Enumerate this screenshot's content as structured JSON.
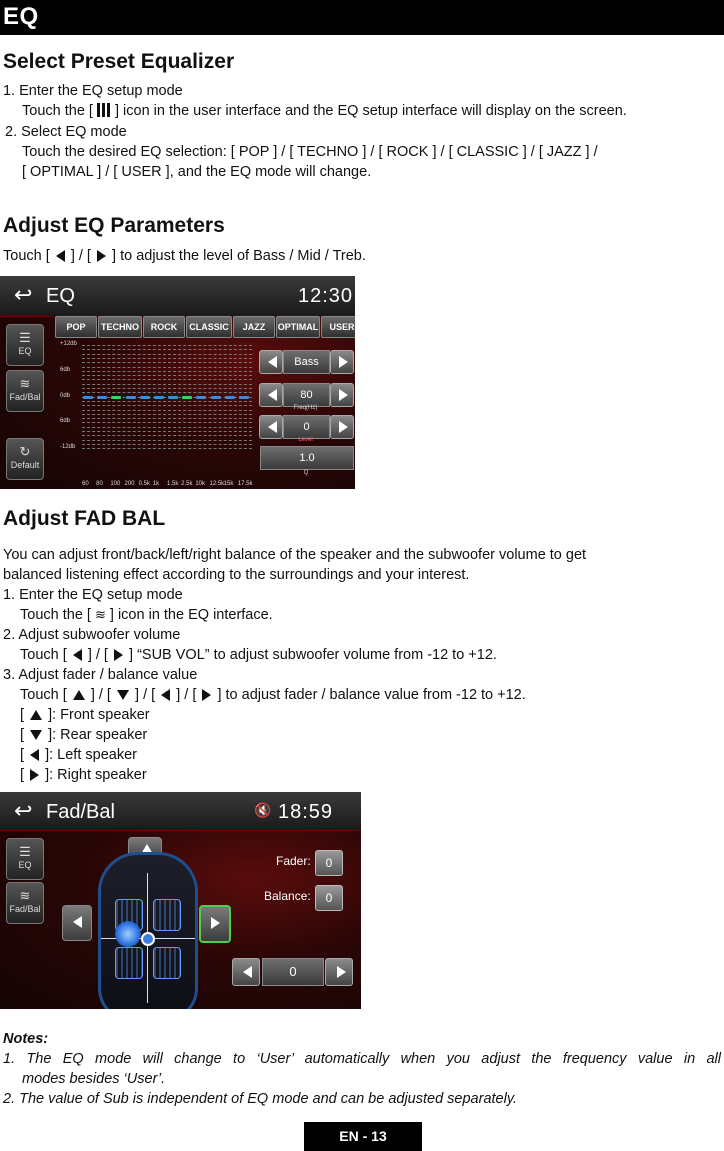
{
  "page": {
    "title": "EQ",
    "section1": {
      "heading": "Select Preset Equalizer",
      "step1_title": "1.  Enter the EQ setup mode",
      "step1_pre": "Touch the [",
      "step1_post": "] icon in the user interface and the EQ setup interface will display on the screen.",
      "step2_title": "2. Select EQ mode",
      "step2_line1": "Touch the desired EQ selection: [ POP ] / [ TECHNO ] / [ ROCK ] / [ CLASSIC ] / [ JAZZ ] /",
      "step2_line2": "[ OPTIMAL ] / [ USER ], and the EQ mode will change."
    },
    "section2": {
      "heading": "Adjust EQ Parameters",
      "line_pre": "Touch [",
      "line_mid": "] / [",
      "line_post": "] to adjust the level of Bass / Mid / Treb."
    },
    "section3": {
      "heading": "Adjust  FAD BAL",
      "intro1": "You can adjust front/back/left/right balance of the speaker and the subwoofer volume to get",
      "intro2": "balanced listening effect according to the surroundings and your interest.",
      "step1_title": "1. Enter the EQ setup mode",
      "step1_pre": "Touch the [",
      "step1_post": "] icon in the EQ interface.",
      "step2_title": "2. Adjust subwoofer volume",
      "step2_pre": "Touch [",
      "step2_mid": "] / [",
      "step2_post": "] “SUB VOL” to adjust subwoofer volume from -12 to +12.",
      "step3_title": "3. Adjust fader / balance value",
      "step3_pre": "Touch [",
      "step3_sep": "] / [",
      "step3_post": "] to adjust fader / balance value from -12 to +12.",
      "front": "]: Front speaker",
      "rear": "]: Rear speaker",
      "left": "]: Left speaker",
      "right": "]: Right speaker",
      "bracket": "["
    },
    "notes": {
      "heading": "Notes:",
      "note1_line1": "1. The EQ mode will change to ‘User’ automatically when you adjust the frequency value in all",
      "note1_line2": "modes besides ‘User’.",
      "note2": "2. The value of Sub is independent of EQ mode and can be adjusted separately."
    },
    "footer": "EN - 13"
  },
  "eq_screen": {
    "title": "EQ",
    "clock": "12:30",
    "side_eq": "EQ",
    "side_fadbal": "Fad/Bal",
    "side_default": "Default",
    "presets": [
      "POP",
      "TECHNO",
      "ROCK",
      "CLASSIC",
      "JAZZ",
      "OPTIMAL",
      "USER"
    ],
    "db_labels": [
      "+12db",
      "6db",
      "0db",
      "6db",
      "-12db"
    ],
    "freqs": [
      "60",
      "80",
      "100",
      "200",
      "0.5k",
      "1k",
      "1.5k",
      "2.5k",
      "10k",
      "12.5k",
      "15k",
      "17.5k"
    ],
    "bar_colors": [
      "#3a8be0",
      "#3a8be0",
      "#3ad06a",
      "#3a8be0",
      "#3a8be0",
      "#3a8be0",
      "#3a8be0",
      "#3ad06a",
      "#3a8be0",
      "#3a8be0",
      "#3a8be0",
      "#3a8be0"
    ],
    "band": "Bass",
    "freq_value": "80",
    "freq_caption": "Freq(Hz)",
    "level_value": "0",
    "level_caption": "Level",
    "q_value": "1.0",
    "q_caption": "Q"
  },
  "fb_screen": {
    "title": "Fad/Bal",
    "clock": "18:59",
    "side_eq": "EQ",
    "side_fadbal": "Fad/Bal",
    "fader_label": "Fader:",
    "fader_value": "0",
    "balance_label": "Balance:",
    "balance_value": "0",
    "sub_value": "0"
  }
}
